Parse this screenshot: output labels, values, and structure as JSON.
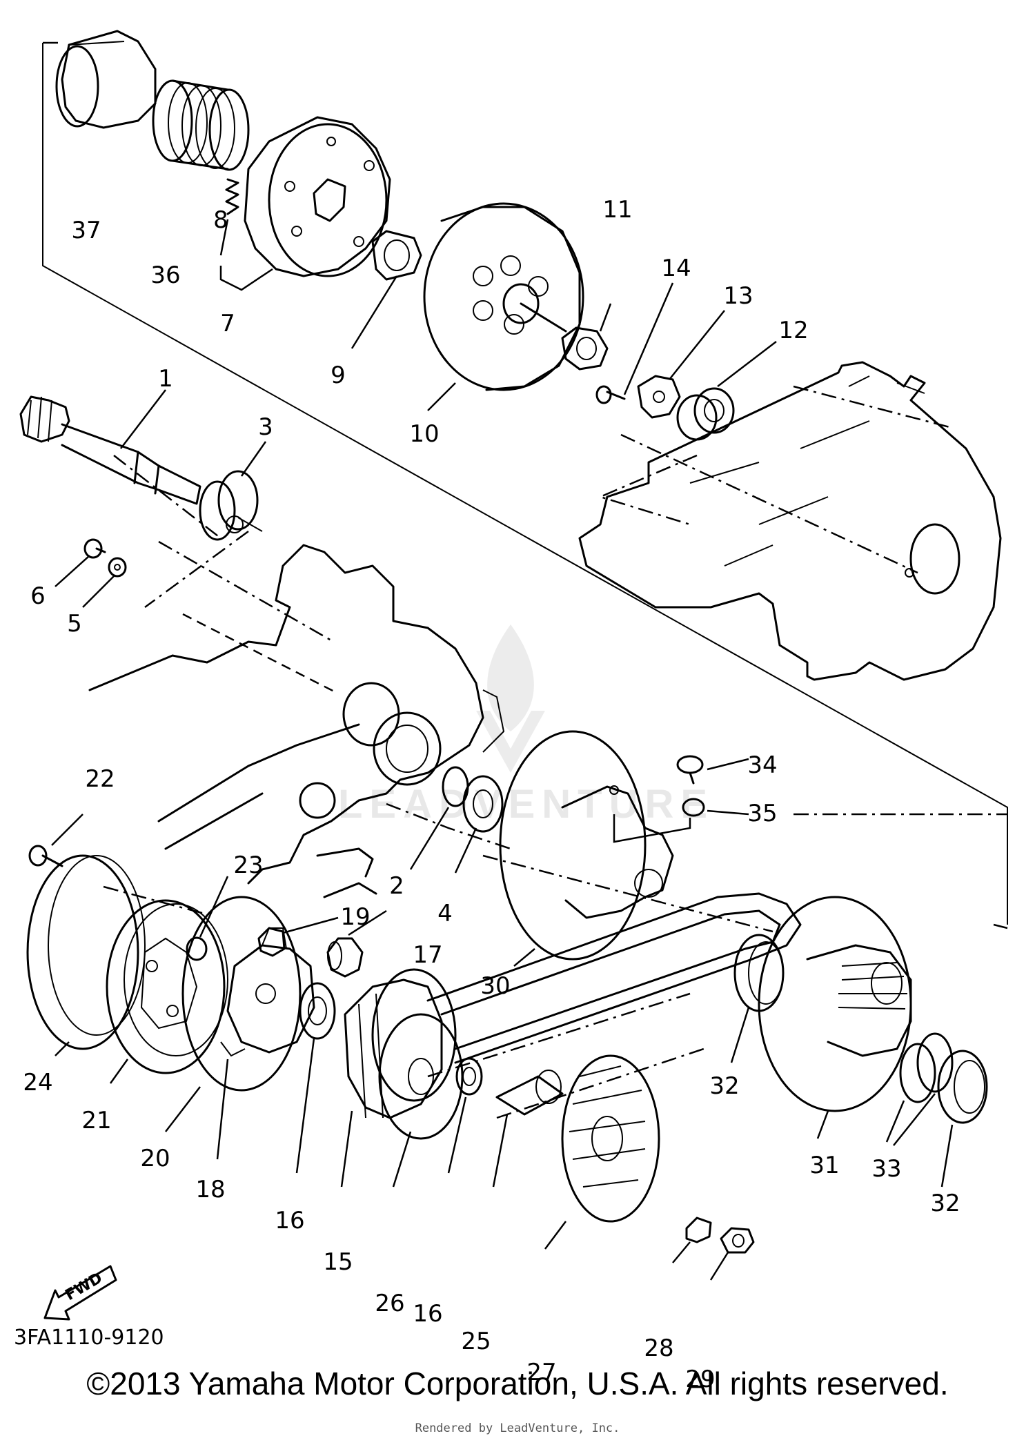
{
  "callouts": [
    "1",
    "2",
    "3",
    "4",
    "5",
    "6",
    "7",
    "8",
    "9",
    "10",
    "11",
    "12",
    "13",
    "14",
    "15",
    "16",
    "16",
    "17",
    "18",
    "19",
    "20",
    "21",
    "22",
    "23",
    "24",
    "25",
    "26",
    "27",
    "28",
    "29",
    "30",
    "31",
    "32",
    "32",
    "33",
    "34",
    "35",
    "36",
    "37"
  ],
  "forward_label": "FWD",
  "diagram_code": "3FA1110-9120",
  "watermark": "LEADVENTURE",
  "copyright": "©2013 Yamaha Motor Corporation, U.S.A. All rights reserved.",
  "rendered_by": "Rendered by LeadVenture, Inc."
}
